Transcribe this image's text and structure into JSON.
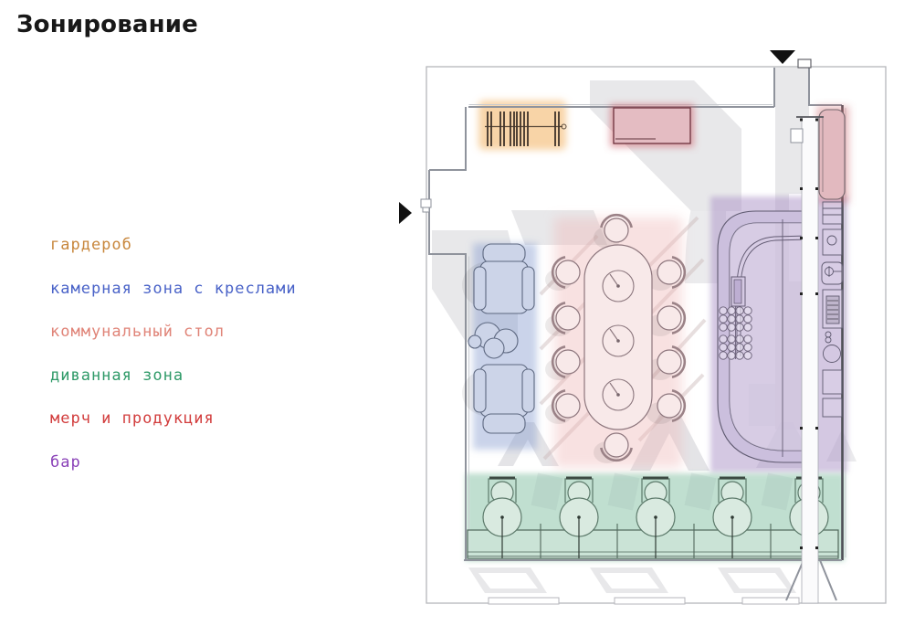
{
  "title": "Зонирование",
  "legend": {
    "items": [
      {
        "id": "wardrobe",
        "label": "гардероб",
        "color": "#c8873d"
      },
      {
        "id": "armchair-zone",
        "label": "камерная зона с креслами",
        "color": "#4a63c8"
      },
      {
        "id": "communal-table",
        "label": "коммунальный стол",
        "color": "#e08478"
      },
      {
        "id": "sofa-zone",
        "label": "диванная зона",
        "color": "#2f9a68"
      },
      {
        "id": "merch",
        "label": "мерч и продукция",
        "color": "#d23d3d"
      },
      {
        "id": "bar",
        "label": "бар",
        "color": "#8a42b8"
      }
    ]
  },
  "plan": {
    "zones": {
      "wardrobe": {
        "name": "гардероб",
        "color": "rgba(243,176,94,0.55)"
      },
      "armchair": {
        "name": "камерная зона с креслами",
        "color": "rgba(128,150,204,0.42)"
      },
      "communal": {
        "name": "коммунальный стол",
        "color": "rgba(238,184,184,0.42)"
      },
      "sofa": {
        "name": "диванная зона",
        "color": "rgba(140,196,170,0.55)"
      },
      "bar": {
        "name": "бар",
        "color": "rgba(170,146,198,0.50)"
      },
      "merch_glow": {
        "name": "мерч и продукция",
        "color": "rgba(205,95,105,0.55)"
      },
      "merch_fill": {
        "color": "#e4bcc2"
      },
      "bench_glow": {
        "color": "rgba(205,95,105,0.40)"
      },
      "bench_fill": {
        "color": "#e2b9bf"
      }
    },
    "marker_color": "#111111"
  }
}
